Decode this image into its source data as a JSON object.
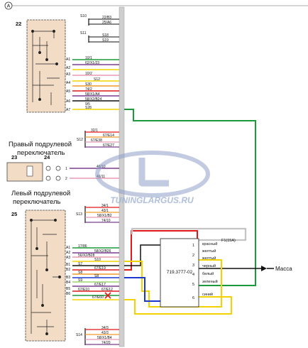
{
  "frame": {
    "marker": "A"
  },
  "right_switch": {
    "id": "22",
    "title_line1": "Правый подрулевой",
    "title_line2": "переключатель",
    "pins": [
      "A1",
      "A2",
      "A3",
      "A4",
      "A5",
      "A6",
      "A7"
    ],
    "wires": [
      "10/1",
      "62/X1/23",
      "10/2",
      "S12",
      "S30",
      "74/2",
      "58/X1/A4",
      "58/X2/B24",
      "9/5",
      "S28"
    ]
  },
  "left_switch": {
    "id": "25",
    "title_line1": "Левый подрулевой",
    "title_line2": "переключатель",
    "pins": [
      "A1",
      "A2",
      "A3",
      "B1",
      "B2",
      "B3",
      "B4",
      "B5",
      "B6"
    ],
    "wires": [
      "17/86",
      "58/X2/B26",
      "56/X2/B28",
      "S10",
      "S7",
      "67/E19",
      "S8",
      "S8",
      "S9",
      "67/E17",
      "67/E10",
      "67/E12",
      "67/E60"
    ]
  },
  "connector_23_24": {
    "id_a": "23",
    "id_b": "24",
    "pins": [
      "1",
      "2"
    ],
    "wires": [
      "46/10",
      "46/11"
    ]
  },
  "splices": [
    {
      "id": "S10",
      "wires": [
        "22/B3",
        "25/A6"
      ]
    },
    {
      "id": "S11",
      "wires": [
        "S18",
        "S19"
      ]
    },
    {
      "id": "S12",
      "wires": [
        "32/1",
        "67/E14",
        "67/E38",
        "67/E27"
      ]
    },
    {
      "id": "S13",
      "wires": [
        "34/1",
        "43/1",
        "58/X1/B2",
        "74/10"
      ]
    },
    {
      "id": "S14",
      "wires": [
        "34/3",
        "43/3",
        "58/X1/B4",
        "74/20"
      ]
    }
  ],
  "module": {
    "part_number": "719.3777-02",
    "fuse": "F1(15A)",
    "pins": [
      {
        "num": "1",
        "label": "красный"
      },
      {
        "num": "2",
        "label": "желтый"
      },
      {
        "num": "3",
        "label": "желтый"
      },
      {
        "num": "4",
        "label": "черный"
      },
      {
        "num": "",
        "label": "белый"
      },
      {
        "num": "5",
        "label": "зеленый"
      },
      {
        "num": "6",
        "label": "синий"
      }
    ],
    "ground": "Масса"
  },
  "watermark": {
    "text": "TUNINGLARGUS.RU"
  },
  "colors": {
    "green": "#1a9a3a",
    "red": "#e01818",
    "yellow": "#f3d200",
    "blue": "#1838d0",
    "black": "#111111",
    "purple": "#7a3d8f",
    "pink": "#e89ab0",
    "orange": "#f19a2a",
    "gray": "#8a8a8a",
    "light_green": "#9bd86a",
    "white_wire": "#d9d9d9",
    "board": "#f3dcc5"
  }
}
